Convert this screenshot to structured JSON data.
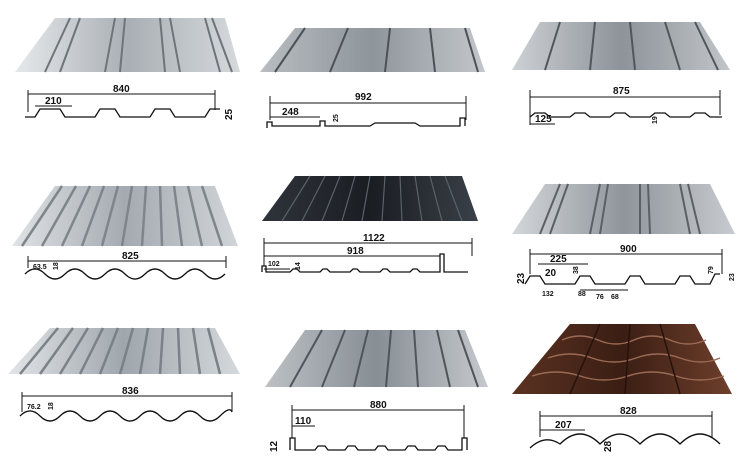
{
  "panels": [
    {
      "id": "p1",
      "color_light": "#d9dde0",
      "color_dark": "#7d858b",
      "dims": {
        "total": "840",
        "rib": "210",
        "height": "25"
      }
    },
    {
      "id": "p2",
      "color_light": "#c8ccd0",
      "color_dark": "#62686e",
      "dims": {
        "total": "992",
        "rib": "248",
        "height": "25"
      }
    },
    {
      "id": "p3",
      "color_light": "#d0d4d8",
      "color_dark": "#6b7177",
      "dims": {
        "total": "875",
        "rib": "125",
        "height": "19"
      }
    },
    {
      "id": "p4",
      "color_light": "#dfe2e5",
      "color_dark": "#8a9197",
      "dims": {
        "total": "825",
        "rib": "63.5",
        "height": "18"
      }
    },
    {
      "id": "p5",
      "color_light": "#4a5059",
      "color_dark": "#15181d",
      "dims": {
        "total": "1122",
        "mid": "918",
        "rib": "102",
        "height": "14"
      }
    },
    {
      "id": "p6",
      "color_light": "#c9cdd1",
      "color_dark": "#6a7076",
      "dims": {
        "total": "900",
        "rib": "225",
        "sub": "20",
        "height": "23",
        "h2": "23",
        "a": "38",
        "b": "132",
        "c": "88",
        "d": "76",
        "e": "68",
        "f": "79"
      }
    },
    {
      "id": "p7",
      "color_light": "#d8dbde",
      "color_dark": "#82898f",
      "dims": {
        "total": "836",
        "rib": "76.2",
        "height": "18"
      }
    },
    {
      "id": "p8",
      "color_light": "#c6cacd",
      "color_dark": "#656b71",
      "dims": {
        "total": "880",
        "rib": "110",
        "height": "12"
      }
    },
    {
      "id": "p9",
      "color_light": "#7a4a36",
      "color_dark": "#3a1d12",
      "dims": {
        "total": "828",
        "rib": "207",
        "height": "28"
      }
    }
  ]
}
